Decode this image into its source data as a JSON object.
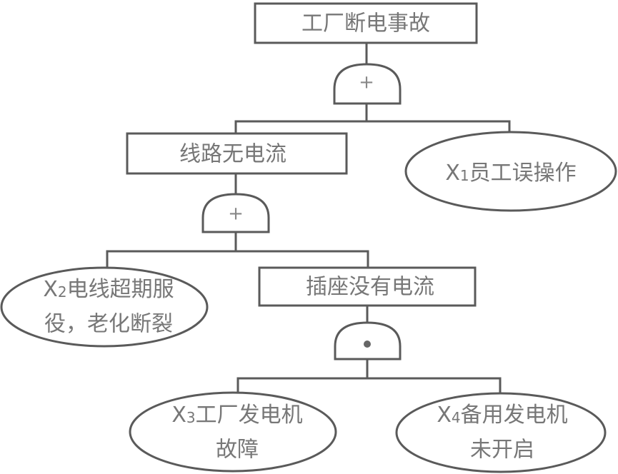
{
  "top_event": {
    "label": "工厂断电事故"
  },
  "gate1": {
    "type": "OR",
    "symbol": "+"
  },
  "event_line": {
    "label": "线路无电流"
  },
  "basic_x1": {
    "prefix": "X",
    "sub": "1",
    "text": "员工误操作"
  },
  "gate2": {
    "type": "OR",
    "symbol": "+"
  },
  "basic_x2": {
    "prefix": "X",
    "sub": "2",
    "line1": "电线超期服",
    "line2": "役，老化断裂"
  },
  "event_socket": {
    "label": "插座没有电流"
  },
  "gate3": {
    "type": "AND"
  },
  "basic_x3": {
    "prefix": "X",
    "sub": "3",
    "line1": "工厂发电机",
    "line2": "故障"
  },
  "basic_x4": {
    "prefix": "X",
    "sub": "4",
    "line1": "备用发电机",
    "line2": "未开启"
  }
}
